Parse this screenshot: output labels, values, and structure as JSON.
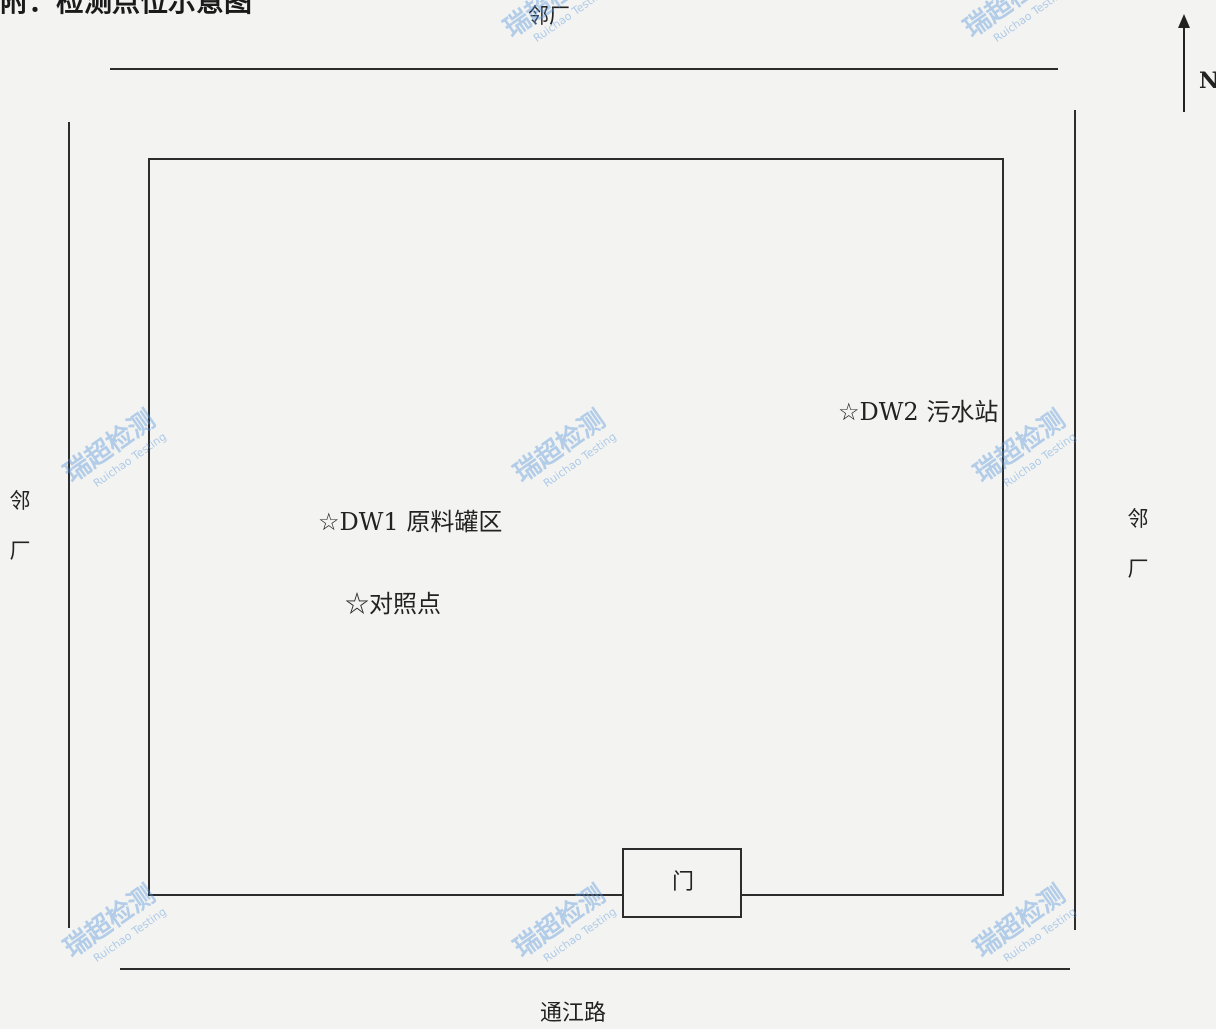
{
  "title": "附：检测点位示意图",
  "compass": {
    "north_label": "N"
  },
  "neighbors": {
    "top": "邻厂",
    "left": "邻厂",
    "right": "邻厂"
  },
  "road": "通江路",
  "gate": "门",
  "points": [
    {
      "label": "☆DW1 原料罐区"
    },
    {
      "label": "☆DW2 污水站"
    },
    {
      "label": "☆对照点"
    }
  ],
  "watermark": {
    "main": "瑞超检测",
    "sub": "Ruichao Testing"
  },
  "colors": {
    "watermark": "#5a96dc",
    "lines": "#2c2c2c",
    "background": "#f3f4f2"
  }
}
